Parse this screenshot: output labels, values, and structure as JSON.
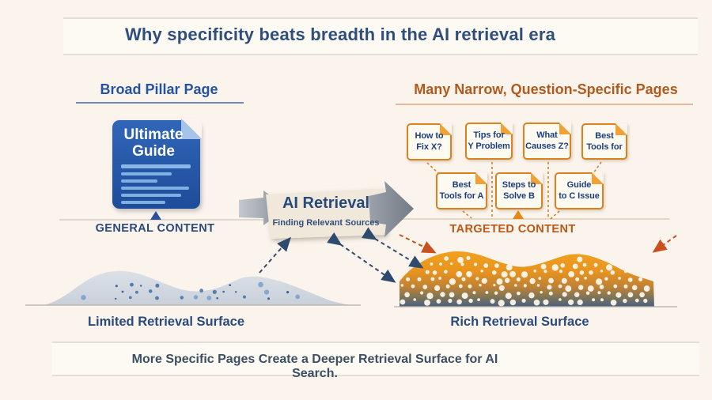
{
  "title": "Why specificity beats breadth in the AI retrieval era",
  "caption": "More Specific Pages Create a Deeper Retrieval Surface for AI Search.",
  "left_section": {
    "heading": "Broad Pillar Page",
    "document": {
      "title": "Ultimate Guide"
    },
    "content_label": "GENERAL CONTENT",
    "surface_label": "Limited Retrieval Surface"
  },
  "center": {
    "arrow_title": "AI Retrieval",
    "arrow_subtitle": "Finding Relevant Sources"
  },
  "right_section": {
    "heading": "Many Narrow, Question-Specific Pages",
    "content_label": "TARGETED CONTENT",
    "surface_label": "Rich Retrieval Surface",
    "cards_row1": [
      {
        "line1": "How to",
        "line2": "Fix X?"
      },
      {
        "line1": "Tips for",
        "line2": "Y Problem"
      },
      {
        "line1": "What",
        "line2": "Causes Z?"
      },
      {
        "line1": "Best",
        "line2": "Tools for"
      }
    ],
    "cards_row2": [
      {
        "line1": "Best",
        "line2": "Tools for A"
      },
      {
        "line1": "Steps to",
        "line2": "Solve B"
      },
      {
        "line1": "Guide",
        "line2": "to C Issue"
      }
    ]
  },
  "colors": {
    "background": "#fbf4ec",
    "navy_text": "#2c4a74",
    "blue_heading": "#2552a2",
    "orange_heading": "#b25a1e",
    "card_border_orange": "#d9821f",
    "doc_blue": "#2a5cae",
    "wave_orange": "#f0a01e",
    "wave_blue": "#405d88",
    "dashed_navy": "#2e4a6e",
    "dashed_orange": "#c8511d"
  }
}
